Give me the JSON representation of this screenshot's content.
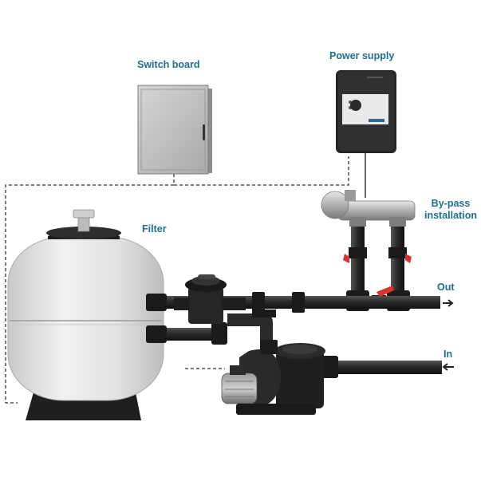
{
  "labels": {
    "switch_board": "Switch board",
    "power_supply": "Power supply",
    "filter": "Filter",
    "bypass_line1": "By-pass",
    "bypass_line2": "installation",
    "out": "Out",
    "in": "In"
  },
  "colors": {
    "label": "#1d6f8f",
    "pipe": "#2b2b2b",
    "valve_handle": "#d9342b",
    "cable": "#333333"
  }
}
